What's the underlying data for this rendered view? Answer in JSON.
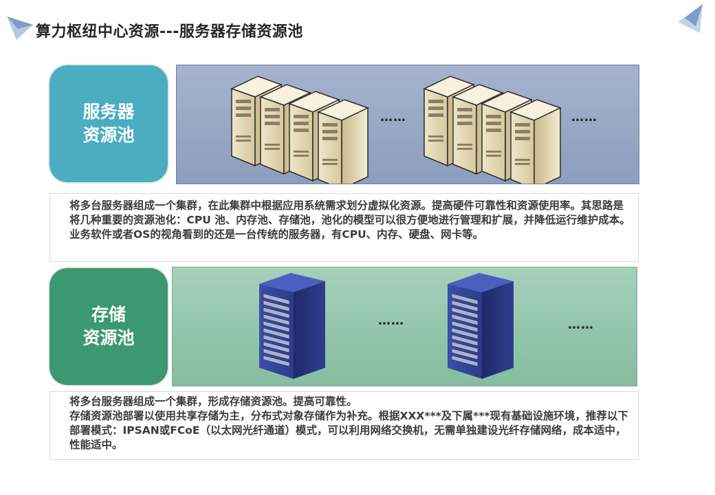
{
  "header": {
    "title": "算力枢纽中心资源---服务器存储资源池",
    "logo_icon": "triangle-logo-icon",
    "corner_icon": "triangle-deco-icon"
  },
  "server_pool": {
    "label_line1": "服务器",
    "label_line2": "资源池",
    "label_color": "#4aaec0",
    "ellipsis_1": "……",
    "ellipsis_2": "……",
    "description": "将多台服务器组成一个集群，在此集群中根据应用系统需求划分虚拟化资源。提高硬件可靠性和资源使用率。其思路是将几种重要的资源池化：CPU 池、内存池、存储池，池化的模型可以很方便地进行管理和扩展，并降低运行维护成本。业务软件或者OS的视角看到的还是一台传统的服务器，有CPU、内存、硬盘、网卡等。"
  },
  "storage_pool": {
    "label_line1": "存储",
    "label_line2": "资源池",
    "label_color": "#3b9870",
    "ellipsis_1": "……",
    "ellipsis_2": "……",
    "description_line1": "将多台服务器组成一个集群，形成存储资源池。提高可靠性。",
    "description_line2": "存储资源池部署以使用共享存储为主，分布式对象存储作为补充。根据XXX***及下属***现有基础设施环境，推荐以下部署模式：IPSAN或FCoE（以太网光纤通道）模式，可以利用网络交换机，无需单独建设光纤存储网络，成本适中，性能适中。"
  }
}
